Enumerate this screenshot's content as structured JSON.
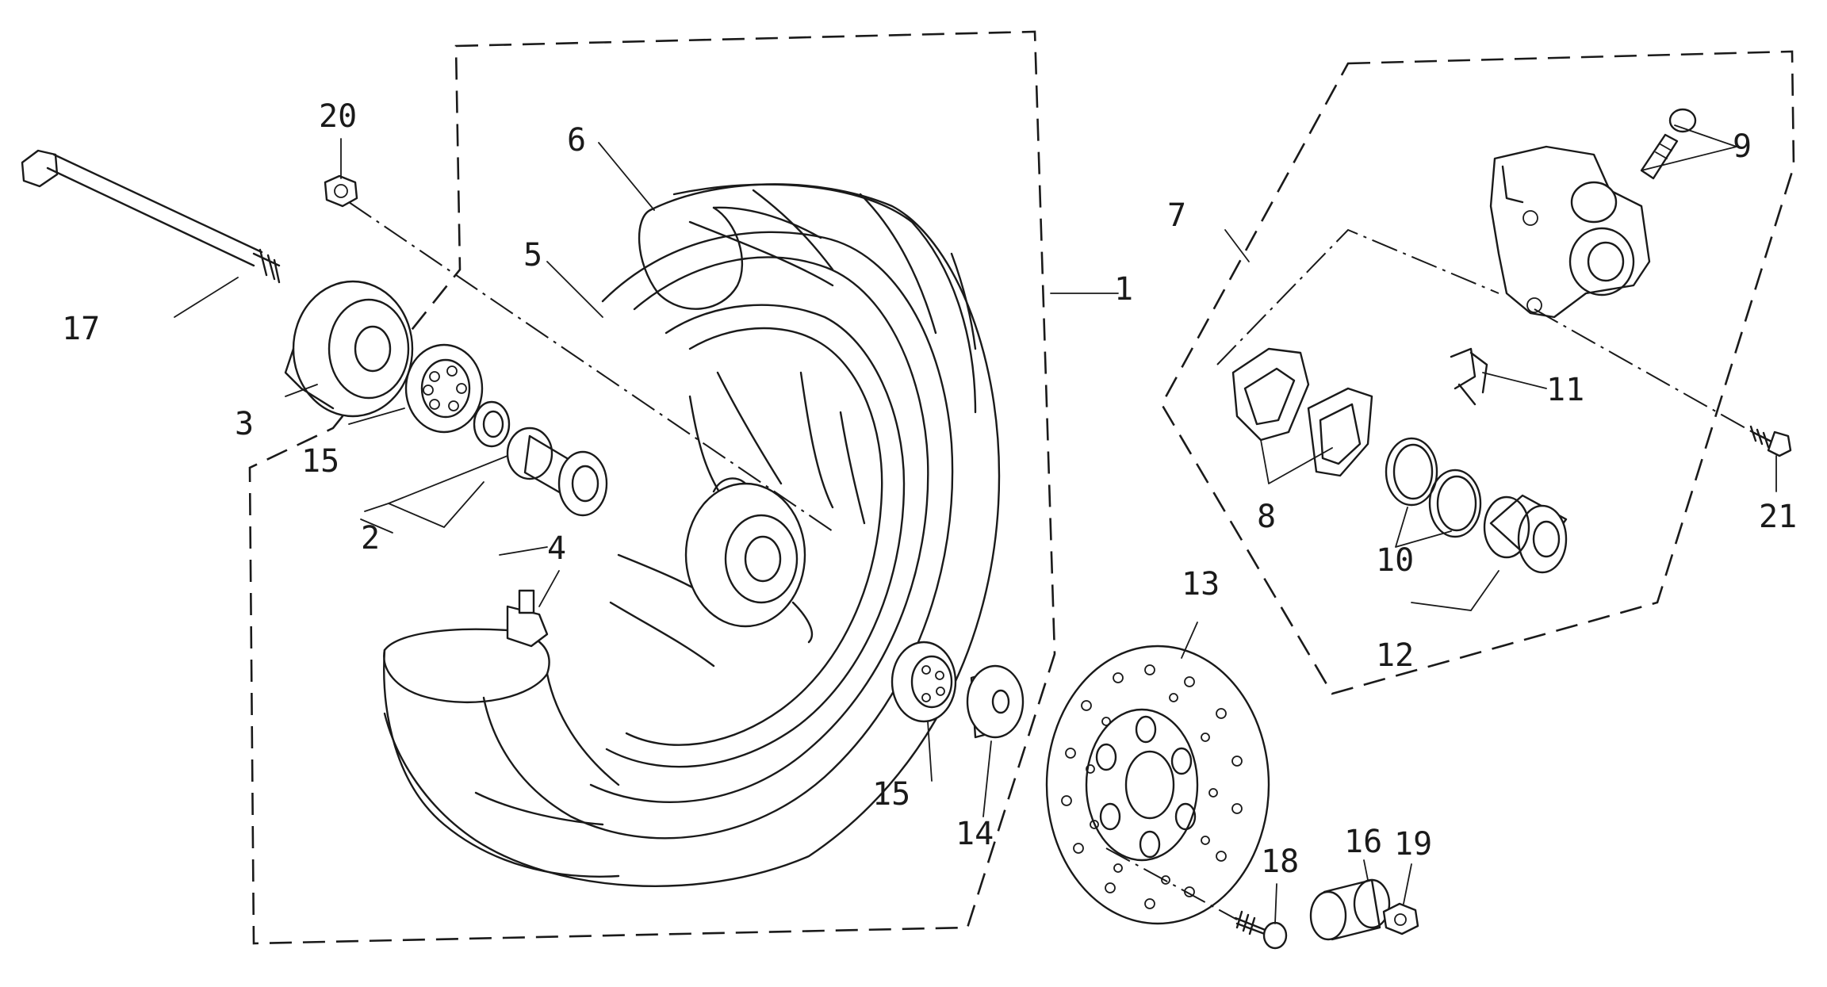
{
  "callouts": {
    "c1": "1",
    "c2": "2",
    "c3": "3",
    "c4": "4",
    "c5": "5",
    "c6": "6",
    "c7": "7",
    "c8": "8",
    "c9": "9",
    "c10": "10",
    "c11": "11",
    "c12": "12",
    "c13": "13",
    "c14": "14",
    "c15a": "15",
    "c15b": "15",
    "c16": "16",
    "c17": "17",
    "c18": "18",
    "c19": "19",
    "c20": "20",
    "c21": "21"
  }
}
